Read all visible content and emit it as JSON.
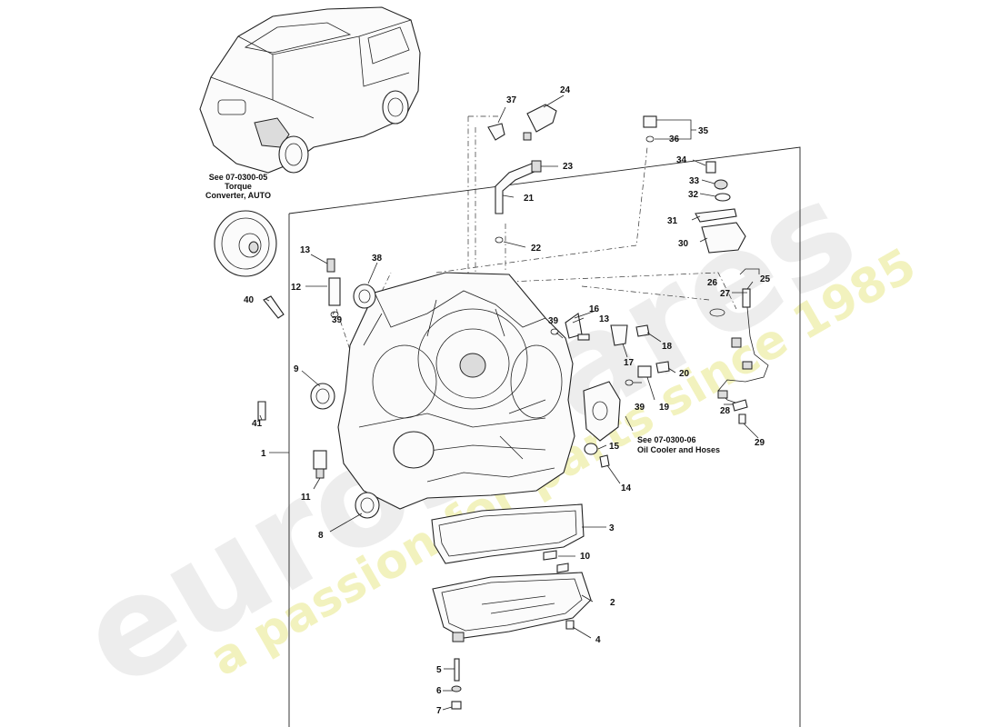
{
  "watermark": {
    "brand": "eurospares",
    "tagline": "a passion for parts since 1985"
  },
  "notes": {
    "torque_converter": [
      "See 07-0300-05",
      "Torque",
      "Converter, AUTO"
    ],
    "oil_cooler": [
      "See 07-0300-06",
      "Oil Cooler and Hoses"
    ]
  },
  "callouts": {
    "c1": "1",
    "c2": "2",
    "c3": "3",
    "c4": "4",
    "c5": "5",
    "c6": "6",
    "c7": "7",
    "c8": "8",
    "c9": "9",
    "c10": "10",
    "c11": "11",
    "c12": "12",
    "c13a": "13",
    "c13b": "13",
    "c14": "14",
    "c15": "15",
    "c16": "16",
    "c17": "17",
    "c18": "18",
    "c19": "19",
    "c20": "20",
    "c21": "21",
    "c22": "22",
    "c23": "23",
    "c24": "24",
    "c25": "25",
    "c26": "26",
    "c27": "27",
    "c28": "28",
    "c29": "29",
    "c30": "30",
    "c31": "31",
    "c32": "32",
    "c33": "33",
    "c34": "34",
    "c35": "35",
    "c36": "36",
    "c37": "37",
    "c38": "38",
    "c39a": "39",
    "c39b": "39",
    "c39c": "39",
    "c40": "40",
    "c41": "41"
  }
}
